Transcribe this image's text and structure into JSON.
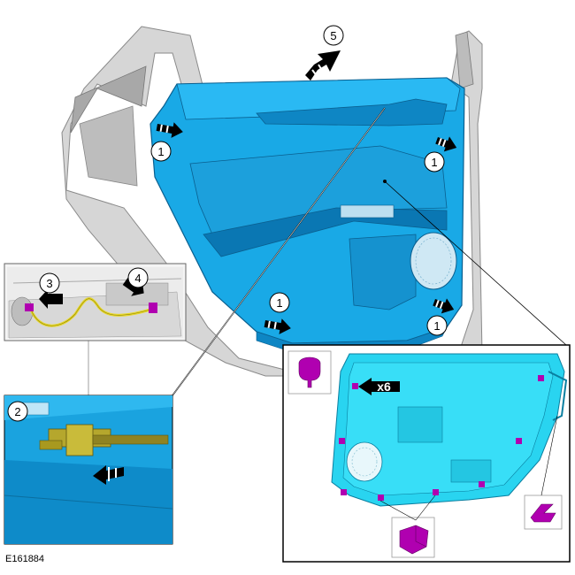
{
  "figure_id": "E161884",
  "callouts": {
    "one_a": "1",
    "one_b": "1",
    "one_c": "1",
    "one_d": "1",
    "two": "2",
    "three": "3",
    "four": "4",
    "five": "5"
  },
  "clip_count": "x6",
  "colors": {
    "panel_blue": "#19a9e6",
    "panel_dark": "#0e86c4",
    "inset_cyan": "#29d4f0",
    "clip_magenta": "#b000b0",
    "harness_yellow": "#e7d829",
    "connector_olive": "#b5a72d",
    "frame_grey": "#cfcfcf"
  }
}
